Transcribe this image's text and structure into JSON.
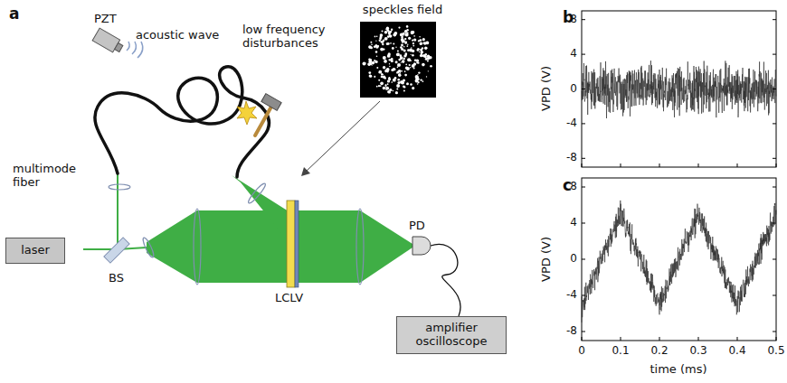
{
  "diagram": {
    "nodes": [
      {
        "text": [
          "laser"
        ]
      },
      {
        "text": [
          "PD"
        ]
      },
      {
        "text": [
          "amplifier oscilloscope"
        ]
      }
    ],
    "edges": [
      {
        "from": 1,
        "to": 2,
        "arrow": "none"
      }
    ],
    "labels": [
      "a",
      "speckles field",
      "PZT",
      "acoustic wave",
      "low frequency disturbances",
      "multimode fiber",
      "BS",
      "LCLV",
      "b",
      "VPD (V)",
      "8",
      "4",
      "0",
      "-4",
      "-8",
      "c",
      "VPD (V)",
      "8",
      "4",
      "0",
      "-4",
      "-8",
      "0",
      "0.1",
      "0.2",
      "0.3",
      "0.4",
      "0.5",
      "time (ms)"
    ]
  }
}
